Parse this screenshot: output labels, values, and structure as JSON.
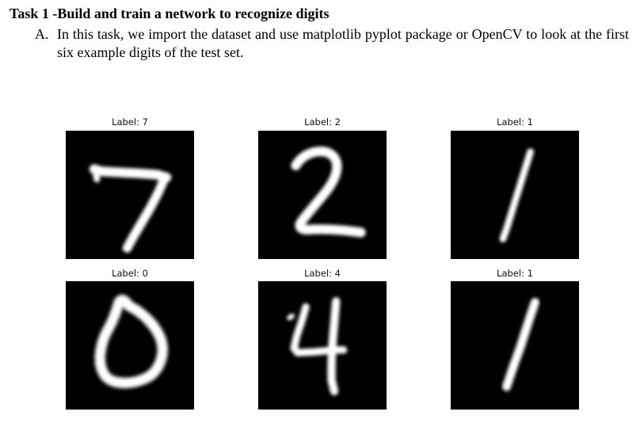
{
  "task": {
    "heading": "Task 1 -Build and train a network to recognize digits",
    "item_letter": "A.",
    "item_text": "In this task, we import the dataset and use matplotlib pyplot package or OpenCV to look at the first six example digits of the test set."
  },
  "figure": {
    "panels": [
      {
        "title": "Label: 7",
        "digit": "7"
      },
      {
        "title": "Label: 2",
        "digit": "2"
      },
      {
        "title": "Label: 1",
        "digit": "1"
      },
      {
        "title": "Label: 0",
        "digit": "0"
      },
      {
        "title": "Label: 4",
        "digit": "4"
      },
      {
        "title": "Label: 1",
        "digit": "1"
      }
    ]
  }
}
